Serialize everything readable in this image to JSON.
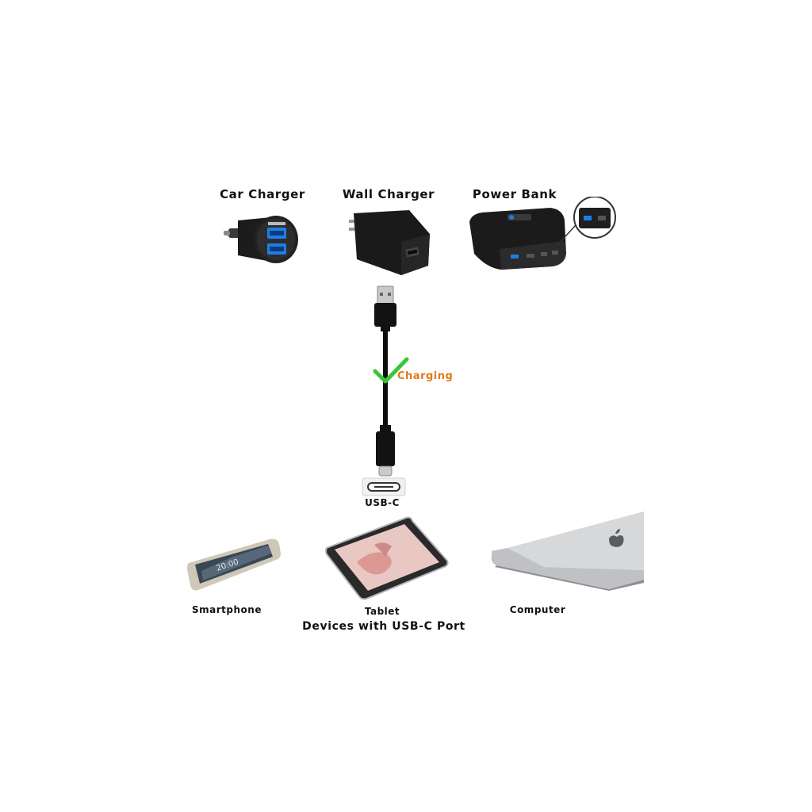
{
  "sources": {
    "car_charger": "Car Charger",
    "wall_charger": "Wall Charger",
    "power_bank": "Power Bank"
  },
  "cable": {
    "status": "Charging",
    "connector": "USB-C"
  },
  "devices": {
    "smartphone": "Smartphone",
    "tablet": "Tablet",
    "computer": "Computer",
    "caption": "Devices with USB-C Port"
  },
  "colors": {
    "check": "#3cc43c",
    "charging_text": "#e07a1c",
    "usb_port_blue": "#1e7ee8"
  }
}
